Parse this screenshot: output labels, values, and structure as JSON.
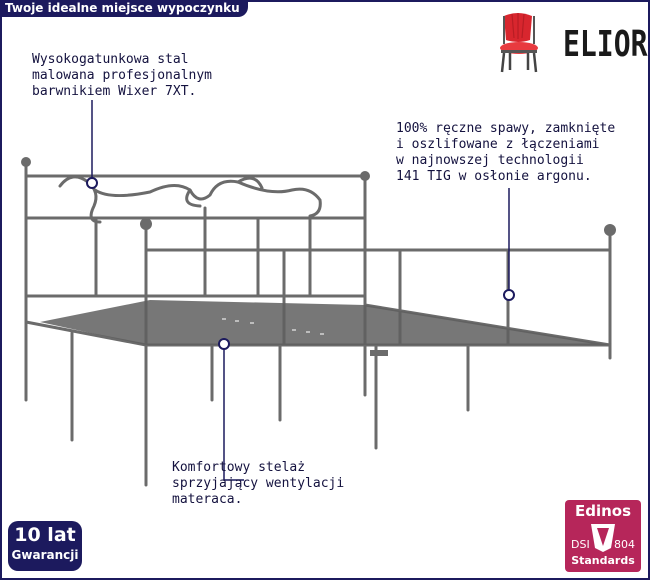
{
  "header": {
    "title": "Twoje idealne miejsce wypoczynku"
  },
  "brand": {
    "logo_text": "ELIOR",
    "logo_icon": "red-chair-icon",
    "accent_color": "#1c1a5e",
    "chair_color": "#d8262e"
  },
  "annotations": {
    "steel": "Wysokogatunkowa stal\nmalowana profesjonalnym\nbarwnikiem Wixer 7XT.",
    "welds": "100% ręczne spawy, zamknięte\ni oszlifowane z łączeniami\nw najnowszej technologii\n141 TIG w osłonie argonu.",
    "frame": "Komfortowy stelaż\nsprzyjający wentylacji\nmateraca."
  },
  "product": {
    "image": "grey-metal-bed-frame",
    "color": "#6b6b6b"
  },
  "badges": {
    "warranty_years": "10 lat",
    "warranty_label": "Gwarancji",
    "edinos_brand": "Edinos",
    "edinos_left": "DSI",
    "edinos_right": "804",
    "edinos_standards": "Standards",
    "edinos_color": "#b6265a"
  }
}
